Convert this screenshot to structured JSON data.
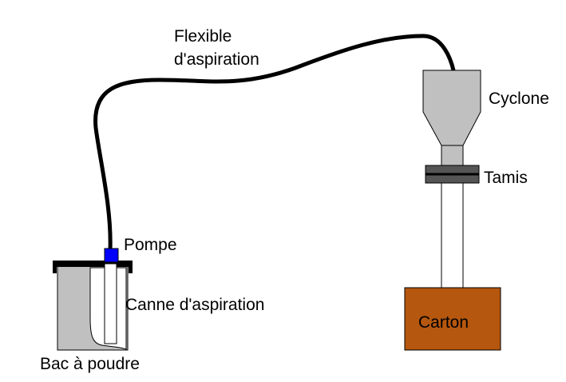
{
  "labels": {
    "hose_line1": "Flexible",
    "hose_line2": "d'aspiration",
    "cyclone": "Cyclone",
    "sieve": "Tamis",
    "pump": "Pompe",
    "suction_wand": "Canne d'aspiration",
    "box": "Carton",
    "powder_tray": "Bac à poudre"
  },
  "colors": {
    "hose": "#000000",
    "cyclone_fill": "#c0c0c0",
    "sieve_fill": "#555555",
    "pump_fill": "#0000ff",
    "box_fill": "#b5570f",
    "tray_fill": "#c0c0c0",
    "tray_lid": "#000000"
  }
}
